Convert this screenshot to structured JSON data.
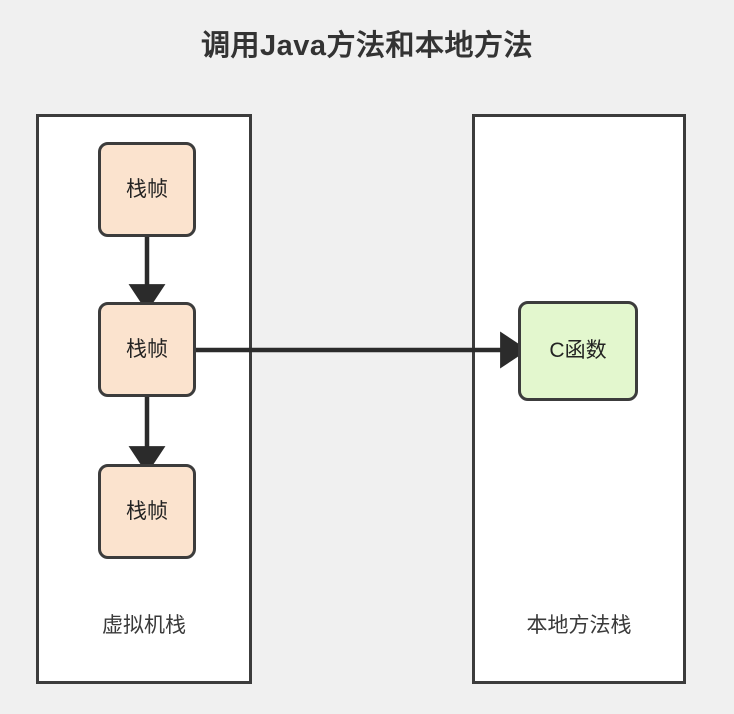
{
  "diagram": {
    "title": "调用Java方法和本地方法",
    "background_color": "#f0f0f0",
    "title_color": "#333333",
    "type": "flow-diagram",
    "containers": [
      {
        "id": "vm-stack",
        "caption": "虚拟机栈",
        "fill_color": "#ffffff",
        "border_color": "#3c3c3c",
        "nodes": [
          {
            "id": "frame-1",
            "label": "栈帧",
            "fill_color": "#fbe3ce",
            "border_color": "#3c3c3c"
          },
          {
            "id": "frame-2",
            "label": "栈帧",
            "fill_color": "#fbe3ce",
            "border_color": "#3c3c3c"
          },
          {
            "id": "frame-3",
            "label": "栈帧",
            "fill_color": "#fbe3ce",
            "border_color": "#3c3c3c"
          }
        ]
      },
      {
        "id": "native-stack",
        "caption": "本地方法栈",
        "fill_color": "#ffffff",
        "border_color": "#3c3c3c",
        "nodes": [
          {
            "id": "c-function",
            "label": "C函数",
            "fill_color": "#e3f7ce",
            "border_color": "#3c3c3c"
          }
        ]
      }
    ],
    "edges": [
      {
        "id": "edge-frame1-frame2",
        "from": "frame-1",
        "to": "frame-2",
        "direction": "down",
        "color": "#2b2b2b"
      },
      {
        "id": "edge-frame2-frame3",
        "from": "frame-2",
        "to": "frame-3",
        "direction": "down",
        "color": "#2b2b2b"
      },
      {
        "id": "edge-frame2-cfunction",
        "from": "frame-2",
        "to": "c-function",
        "direction": "right",
        "color": "#2b2b2b"
      }
    ]
  }
}
